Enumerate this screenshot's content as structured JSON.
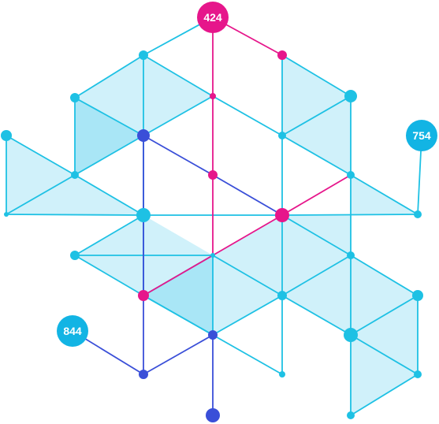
{
  "labels": {
    "top": "424",
    "right": "754",
    "left": "844"
  },
  "colors": {
    "cyan": "#1ec1e4",
    "magenta": "#e6168b",
    "indigo": "#3a4fd8",
    "face_light": "#d0f1fa",
    "face_mid": "#a9e6f6",
    "badge_cyan": "#12b4e4"
  }
}
